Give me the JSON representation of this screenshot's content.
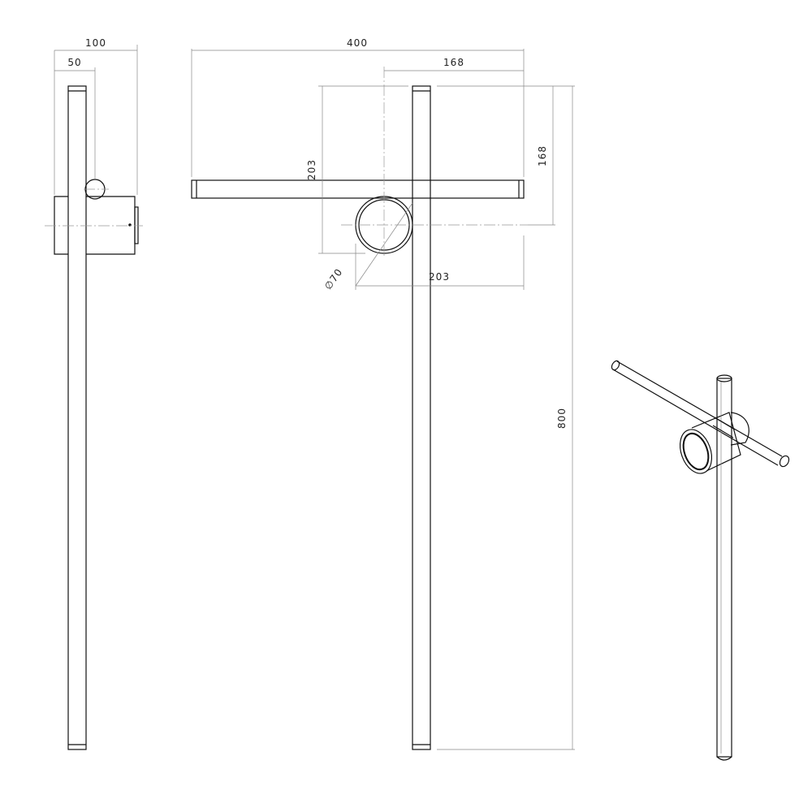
{
  "dimensions": {
    "side_depth": "100",
    "side_offset": "50",
    "front_width": "400",
    "arm_offset": "168",
    "arm_height": "168",
    "spot_vertical": "203",
    "spot_horizontal": "203",
    "spot_diameter": "∅70",
    "total_height": "800"
  },
  "colors": {
    "line": "#111111",
    "dimension_line": "#888888",
    "background": "#ffffff"
  }
}
